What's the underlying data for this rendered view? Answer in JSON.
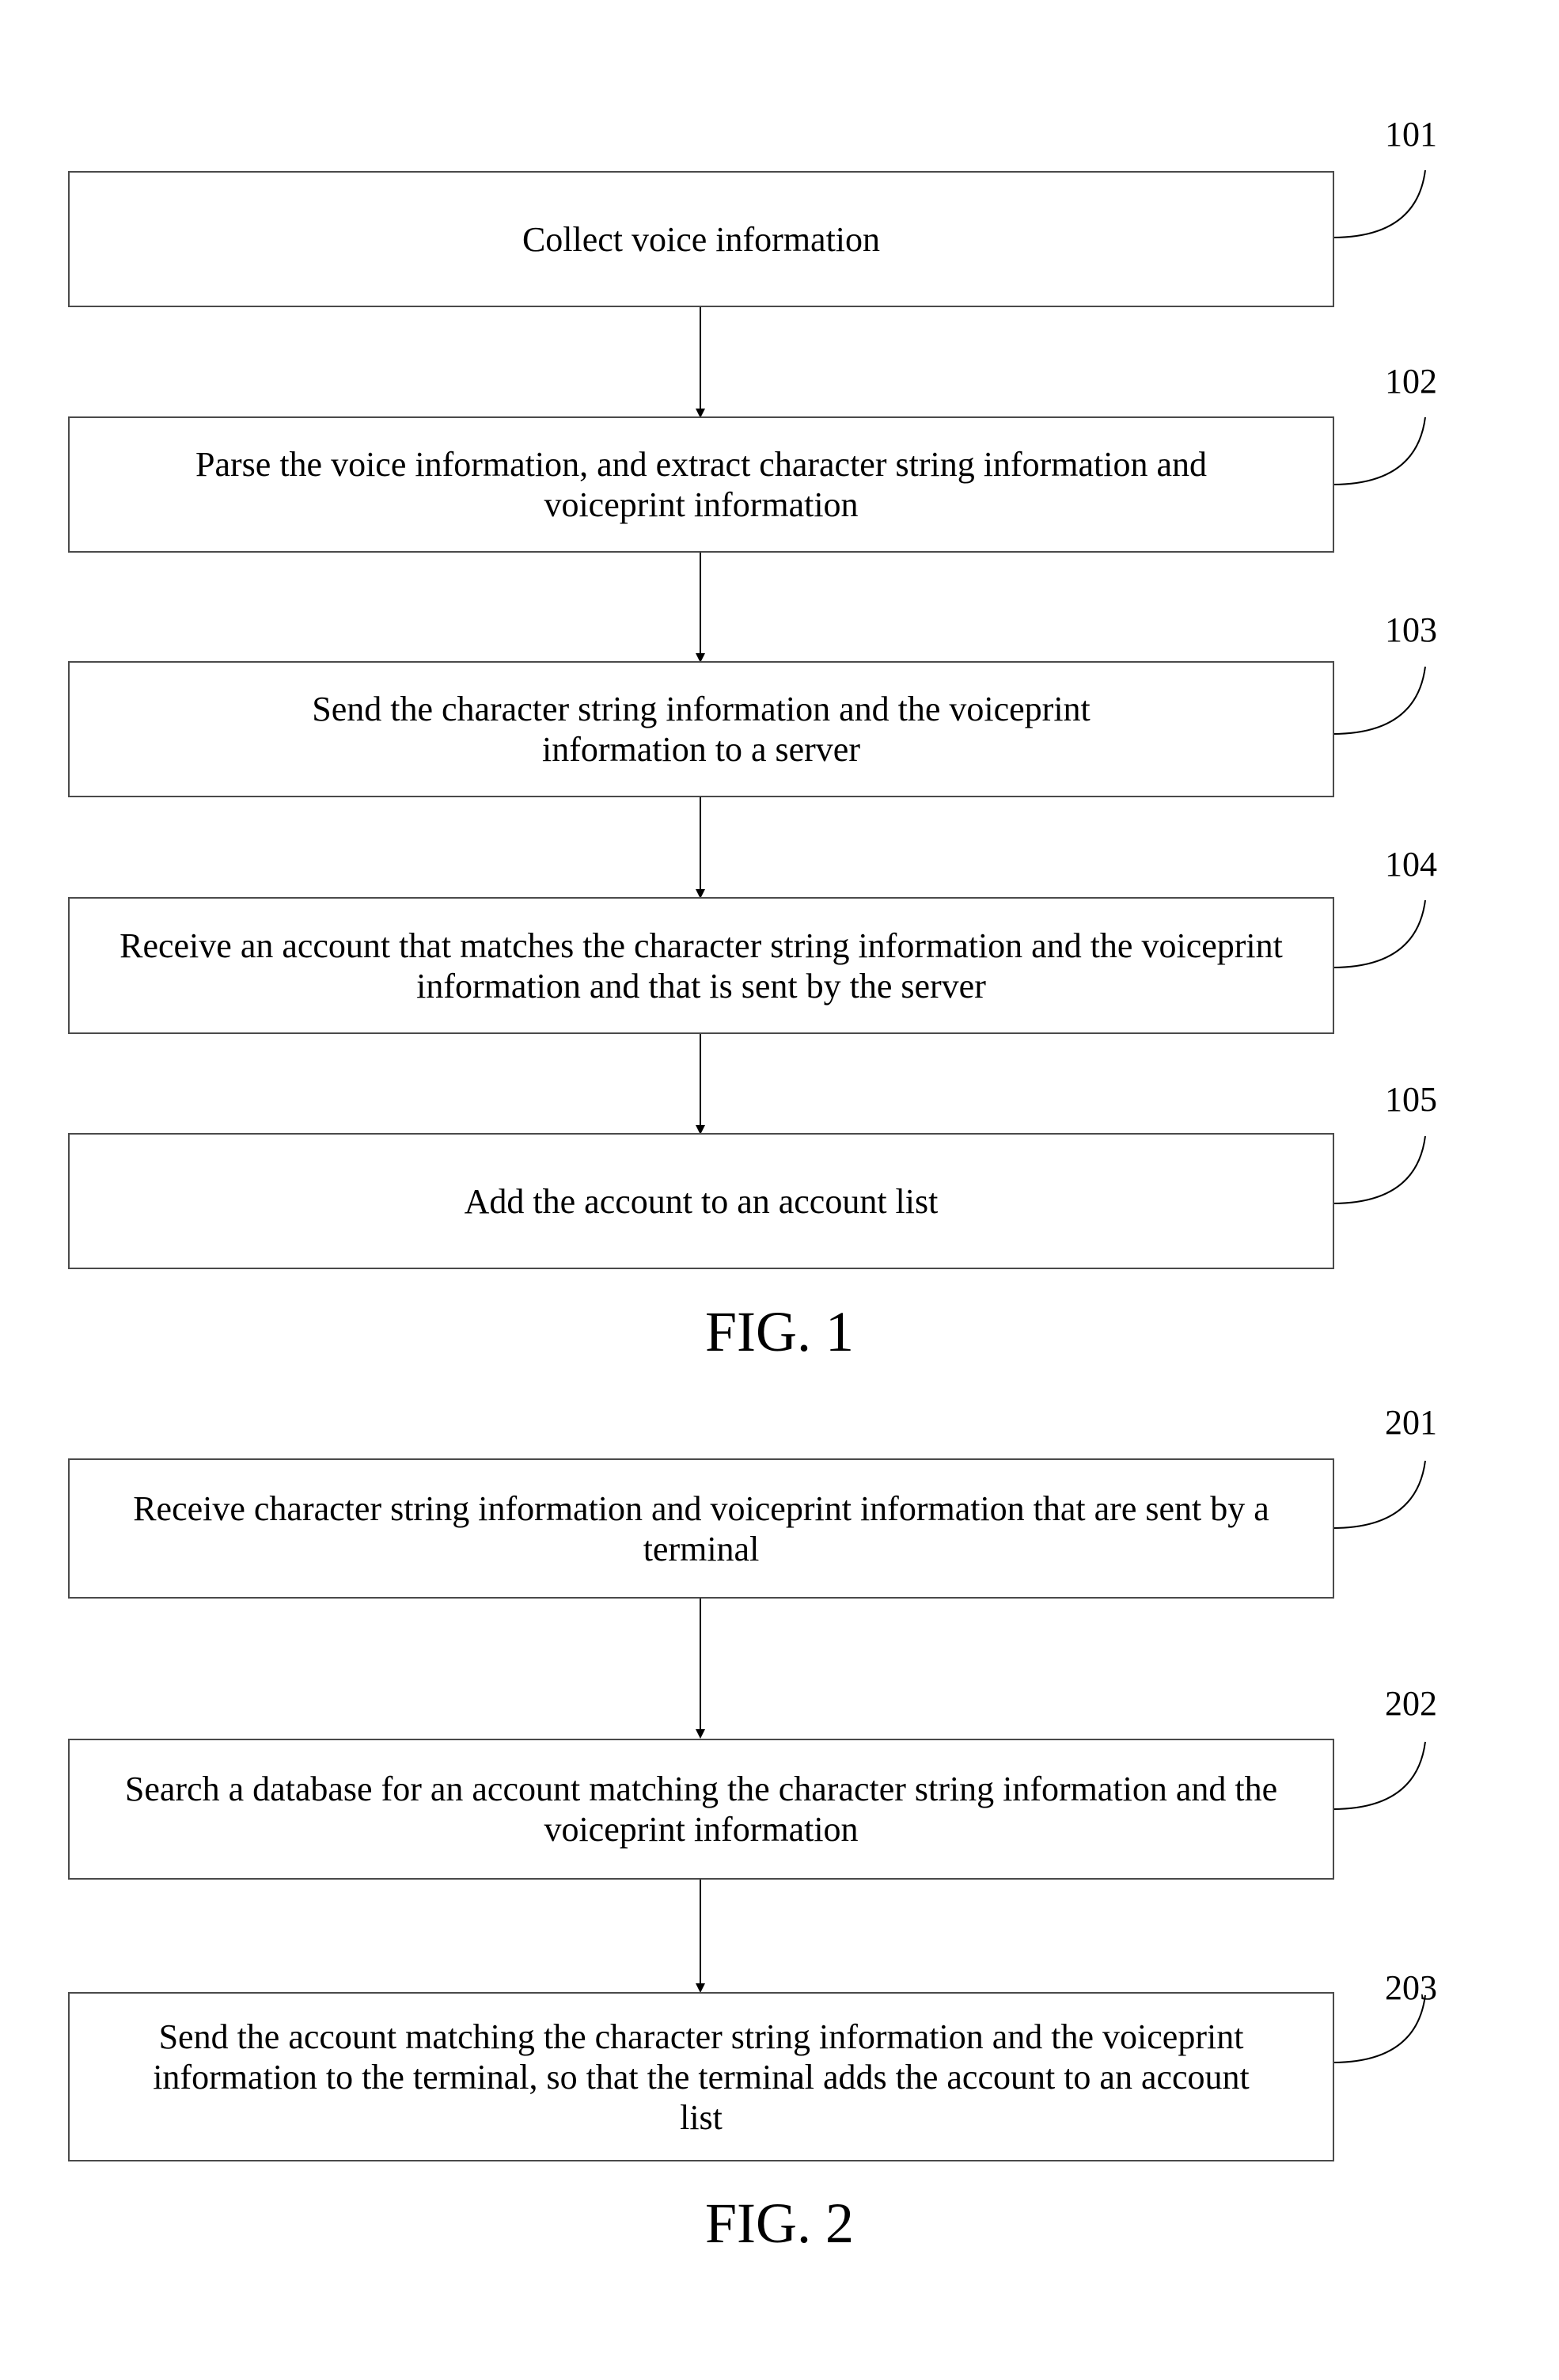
{
  "fig1": {
    "label": "FIG. 1",
    "steps": [
      {
        "ref": "101",
        "text": "Collect voice information"
      },
      {
        "ref": "102",
        "text": "Parse the voice information, and extract character string information and voiceprint information"
      },
      {
        "ref": "103",
        "text": "Send the character string information and the voiceprint information to a server"
      },
      {
        "ref": "104",
        "text": "Receive an account that matches the character string information and the voiceprint information and that is sent by the server"
      },
      {
        "ref": "105",
        "text": "Add the account to an account list"
      }
    ]
  },
  "fig2": {
    "label": "FIG. 2",
    "steps": [
      {
        "ref": "201",
        "text": "Receive character string information and voiceprint information that are sent by a terminal"
      },
      {
        "ref": "202",
        "text": "Search a database for an account matching the character string information and the voiceprint information"
      },
      {
        "ref": "203",
        "text": "Send the account matching the character string information and the voiceprint information to the terminal, so that the terminal adds the account to an account list"
      }
    ]
  },
  "colors": {
    "box_border": "#4a4a4a",
    "text": "#000000",
    "background": "#ffffff"
  }
}
